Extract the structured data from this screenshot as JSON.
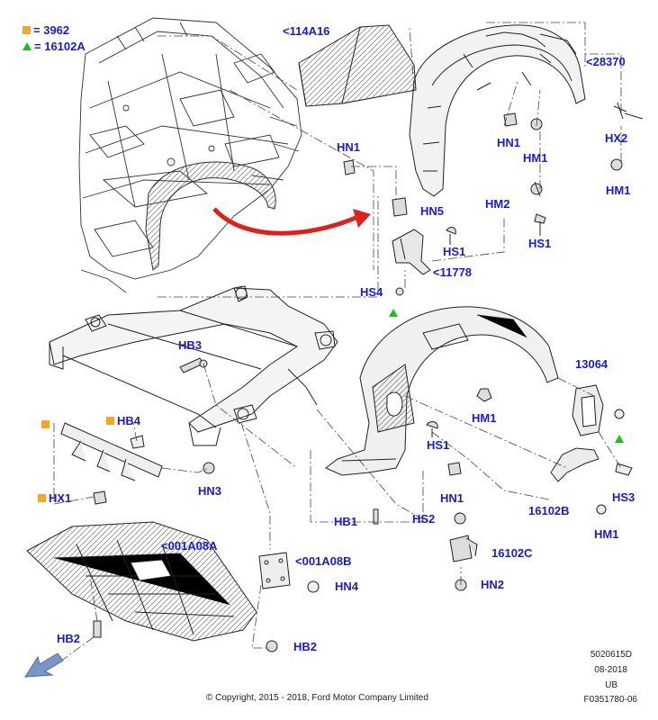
{
  "legend": {
    "square_value": "3962",
    "triangle_value": "16102A",
    "square_color": "#f5a623",
    "triangle_color": "#17c21a"
  },
  "labels": {
    "p114A16": "<114A16",
    "p28370": "<28370",
    "hn1_a": "HN1",
    "hn1_b": "HN1",
    "hn1_c": "HN1",
    "hm1_a": "HM1",
    "hm1_b": "HM1",
    "hm1_c": "HM1",
    "hm1_d": "HM1",
    "hx2": "HX2",
    "hm2": "HM2",
    "hs1_a": "HS1",
    "hs1_b": "HS1",
    "hs1_c": "HS1",
    "hn5": "HN5",
    "p11778": "<11778",
    "hs4": "HS4",
    "hb3": "HB3",
    "hb4": "HB4",
    "hx1": "HX1",
    "hn3": "HN3",
    "p13064": "13064",
    "hs3": "HS3",
    "p16102B": "16102B",
    "hb1": "HB1",
    "hs2": "HS2",
    "p16102C": "16102C",
    "p001A08A": "<001A08A",
    "p001A08B": "<001A08B",
    "hn4": "HN4",
    "hn2": "HN2",
    "hb2_a": "HB2",
    "hb2_b": "HB2"
  },
  "footer": {
    "doc_number": "5020615D",
    "date": "08-2018",
    "region": "UB",
    "figure_id": "F0351780-06",
    "copyright": "© Copyright, 2015 - 2018, Ford Motor Company Limited"
  },
  "colors": {
    "label_blue": "#1a1ad6",
    "arrow_red": "#e0201a",
    "nav_arrow_blue": "#7a96c8"
  }
}
